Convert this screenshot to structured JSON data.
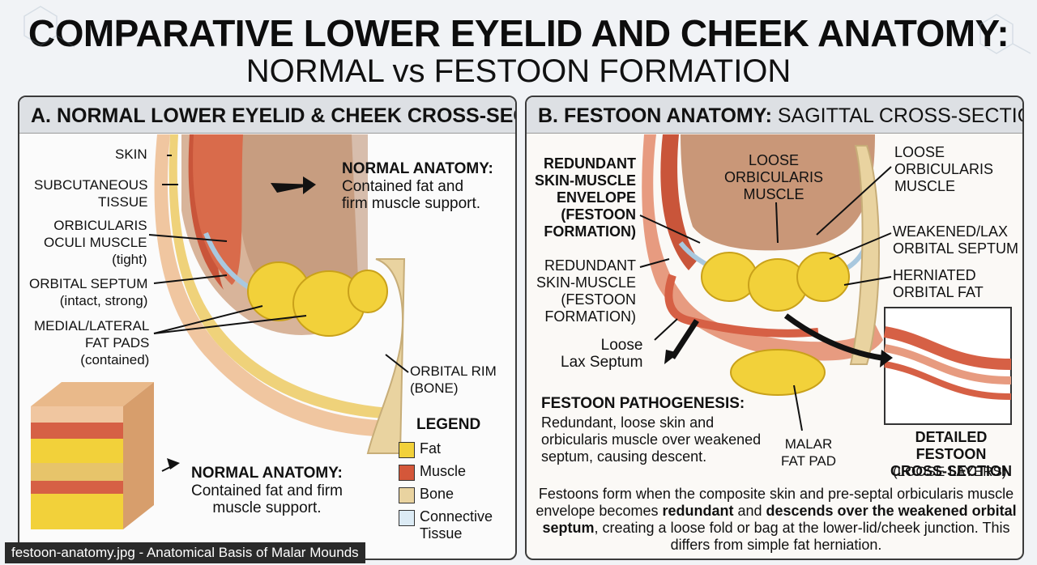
{
  "title": {
    "line1": "COMPARATIVE LOWER EYELID AND CHEEK ANATOMY:",
    "line2": "NORMAL vs FESTOON FORMATION"
  },
  "panel_a": {
    "heading": "A. NORMAL LOWER EYELID & CHEEK CROSS-SECTION",
    "labels": {
      "skin": "SKIN",
      "subcutaneous": "SUBCUTANEOUS\nTISSUE",
      "orbicularis": "ORBICULARIS\nOCULI MUSCLE\n(tight)",
      "septum": "ORBITAL SEPTUM\n(intact, strong)",
      "fat_pads": "MEDIAL/LATERAL\nFAT PADS\n(contained)",
      "orbital_rim": "ORBITAL RIM\n(BONE)"
    },
    "normal_title": "NORMAL ANATOMY:",
    "normal_desc": "Contained fat and\nfirm muscle support.",
    "normal2_title": "NORMAL ANATOMY:",
    "normal2_desc": "Contained fat and firm\nmuscle support.",
    "legend": {
      "title": "LEGEND",
      "items": [
        {
          "label": "Fat",
          "color": "#f2d13a"
        },
        {
          "label": "Muscle",
          "color": "#d4573a"
        },
        {
          "label": "Bone",
          "color": "#e9d3a0"
        },
        {
          "label": "Connective\nTissue",
          "color": "#dcebf5"
        }
      ]
    }
  },
  "panel_b": {
    "heading_bold": "B. FESTOON ANATOMY:",
    "heading_rest": " SAGITTAL CROSS-SECTION",
    "labels": {
      "redundant_bold": "REDUNDANT\nSKIN-MUSCLE\nENVELOPE\n(FESTOON\nFORMATION)",
      "loose_center": "LOOSE\nORBICULARIS\nMUSCLE",
      "loose_right": "LOOSE\nORBICULARIS\nMUSCLE",
      "weakened": "WEAKENED/LAX\nORBITAL SEPTUM",
      "herniated": "HERNIATED\nORBITAL FAT",
      "redundant_plain": "REDUNDANT\nSKIN-MUSCLE\n(FESTOON\nFORMATION)",
      "loose_lax": "Loose\nLax Septum",
      "malar": "MALAR\nFAT PAD",
      "detail_title": "DETAILED FESTOON\nCROSS-SECTION",
      "detail_sub": "(LOOSE LAYERS)"
    },
    "pathogenesis_title": "FESTOON PATHOGENESIS:",
    "pathogenesis_desc": "Redundant, loose skin and\norbicularis muscle over weakened\nseptum, causing descent.",
    "paragraph": {
      "p1": "Festoons form when the composite skin and pre-septal orbicularis muscle envelope becomes ",
      "b1": "redundant",
      "p2": " and ",
      "b2": "descends over the weakened orbital septum",
      "p3": ", creating a loose fold or bag at the lower-lid/cheek junction. This differs from simple fat herniation."
    }
  },
  "caption": "festoon-anatomy.jpg - Anatomical Basis of Malar Mounds"
}
